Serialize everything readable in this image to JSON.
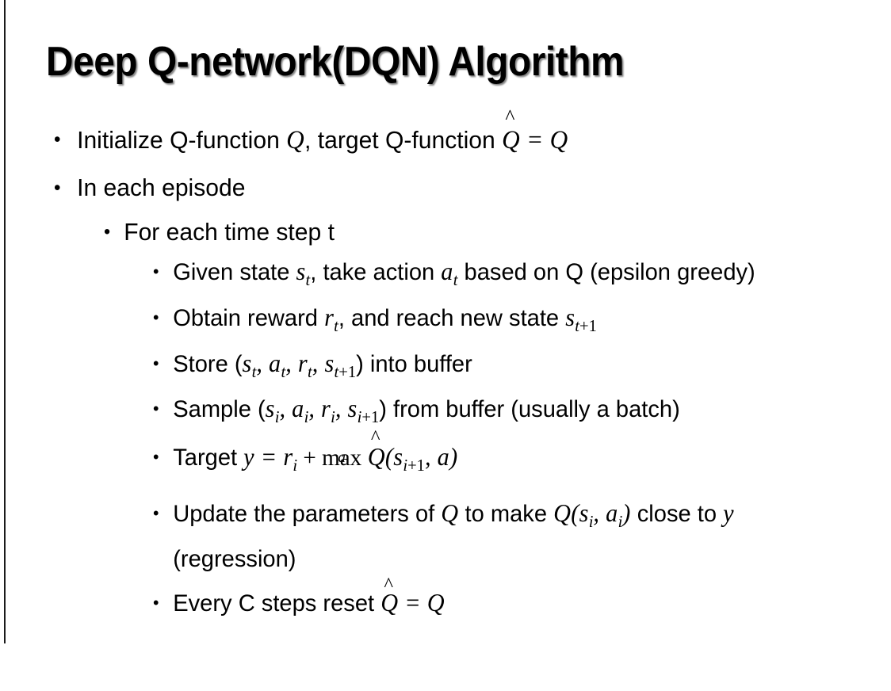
{
  "slide": {
    "title": "Deep Q-network(DQN) Algorithm",
    "bullet_glyph": "•",
    "background_color": "#ffffff",
    "text_color": "#000000",
    "rule_color": "#1a1a1a"
  },
  "content": {
    "level1": [
      {
        "id": "initialize",
        "prefix": "Initialize Q-function ",
        "var_q1": "Q",
        "mid": ", target Q-function ",
        "var_qhat": "Q",
        "hat": "^",
        "equals": " = ",
        "var_q2": "Q",
        "plain_text": "Initialize Q-function Q, target Q-function Q̂ = Q"
      },
      {
        "id": "in-each-episode",
        "text": "In each episode"
      }
    ],
    "level2": [
      {
        "id": "for-each-time-step",
        "text": "For each time step t"
      }
    ],
    "level3": [
      {
        "id": "given-state",
        "seg1": "Given state ",
        "var_s": "s",
        "sub_s": "t",
        "seg2": ", take action ",
        "var_a": "a",
        "sub_a": "t",
        "seg3": " based on Q (epsilon greedy)",
        "plain_text": "Given state s_t, take action a_t based on Q (epsilon greedy)"
      },
      {
        "id": "obtain-reward",
        "seg1": "Obtain reward ",
        "var_r": "r",
        "sub_r": "t",
        "seg2": ", and reach new state ",
        "var_s": "s",
        "sub_s": "t+1",
        "plain_text": "Obtain reward r_t, and reach new state s_{t+1}"
      },
      {
        "id": "store",
        "seg1": "Store (",
        "v1": "s",
        "s1": "t",
        "sep1": ", ",
        "v2": "a",
        "s2": "t",
        "sep2": ", ",
        "v3": "r",
        "s3": "t",
        "sep3": ", ",
        "v4": "s",
        "s4": "t+1",
        "seg2": ") into buffer",
        "plain_text": "Store (s_t, a_t, r_t, s_{t+1}) into buffer"
      },
      {
        "id": "sample",
        "seg1": "Sample (",
        "v1": "s",
        "s1": "i",
        "sep1": ", ",
        "v2": "a",
        "s2": "i",
        "sep2": ", ",
        "v3": "r",
        "s3": "i",
        "sep3": ", ",
        "v4": "s",
        "s4": "i+1",
        "seg2": ") from buffer (usually a batch)",
        "plain_text": "Sample (s_i, a_i, r_i, s_{i+1}) from buffer (usually a batch)"
      },
      {
        "id": "target",
        "seg1": "Target ",
        "var_y": "y",
        "equals": " = ",
        "var_r": "r",
        "sub_r": "i",
        "plus": " + ",
        "maxop": "max",
        "max_under": "a",
        "var_qhat": "Q",
        "hat": "^",
        "open": "(",
        "var_s": "s",
        "sub_s": "i+1",
        "comma": ", ",
        "var_a": "a",
        "close": ")",
        "plain_text": "Target y = r_i + max_a Q̂(s_{i+1}, a)"
      },
      {
        "id": "update",
        "seg1": "Update the parameters of ",
        "var_q1": "Q",
        "seg2": " to make ",
        "var_q2": "Q",
        "open": "(",
        "v1": "s",
        "s1": "i",
        "sep1": ", ",
        "v2": "a",
        "s2": "i",
        "close": ")",
        "seg3": " close to ",
        "var_y": "y",
        "seg4": " (regression)",
        "plain_text": "Update the parameters of Q to make Q(s_i, a_i) close to y (regression)"
      },
      {
        "id": "reset-target",
        "seg1": "Every C steps reset ",
        "var_qhat": "Q",
        "hat": "^",
        "equals": " = ",
        "var_q": "Q",
        "plain_text": "Every C steps reset Q̂ = Q"
      }
    ]
  }
}
